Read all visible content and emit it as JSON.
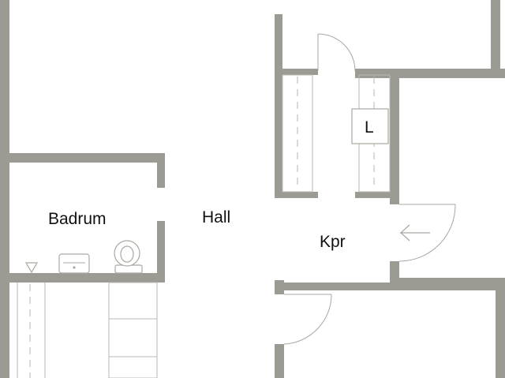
{
  "plan": {
    "rooms": {
      "badrum": "Badrum",
      "hall": "Hall",
      "kpr": "Kpr",
      "linen": "L"
    },
    "colors": {
      "wall": "#9c9b93",
      "fixture_line": "#b8b7b0",
      "background": "#ffffff",
      "label": "#111111"
    }
  }
}
